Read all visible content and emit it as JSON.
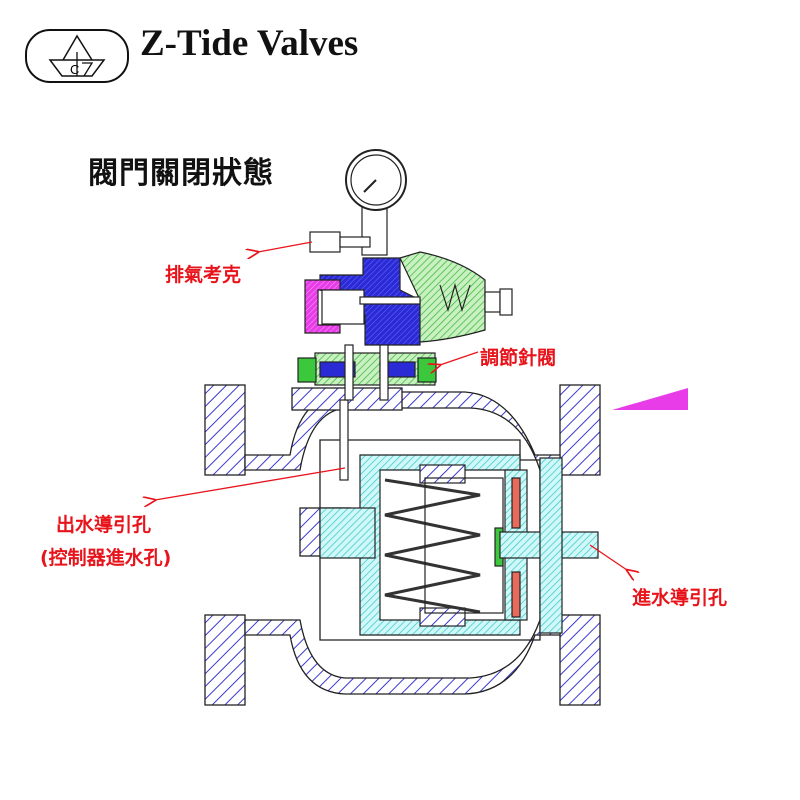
{
  "brand": {
    "name": "Z-Tide Valves",
    "logo_text": "CTZ"
  },
  "title": "閥門關閉狀態",
  "labels": {
    "exhaust_cock": "排氣考克",
    "needle_valve": "調節針閥",
    "outlet_pilot_hole": "出水導引孔",
    "controller_inlet": "(控制器進水孔)",
    "inlet_pilot_hole": "進水導引孔"
  },
  "colors": {
    "label": "#e8141b",
    "blue": "#2b2bd6",
    "green": "#3cc83c",
    "pink": "#e83ce8",
    "cyan": "#3cc8c8",
    "outline": "#3a3aa0"
  }
}
